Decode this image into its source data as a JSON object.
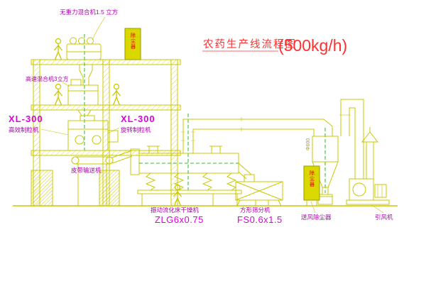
{
  "title": {
    "text": "农药生产线流程图",
    "capacity": "(500kg/h)"
  },
  "labels": {
    "top_mixer": "无重力混合机1.5 立方",
    "high_speed_mixer": "高速混合机3立方",
    "xl300_left": "XL-300",
    "xl300_left_sub": "高效制粒机",
    "xl300_mid": "XL-300",
    "xl300_mid_sub": "旋转制粒机",
    "belt_conveyor": "皮带输送机",
    "fluid_bed_name": "振动流化床干燥机",
    "fluid_bed_model": "ZLG6x0.75",
    "sifter_name": "方形筛分机",
    "sifter_model": "FS0.6x1.5",
    "dust_collector": "送风除尘器",
    "induced_fan": "引风机",
    "cabinet_text_1": "除尘器",
    "cabinet_text_2": "除尘器",
    "duct_dia": "Φ600"
  },
  "colors": {
    "line_yellow": "#c8c800",
    "hidden_green": "#00a000",
    "label_magenta": "#b000b0",
    "model_magenta": "#e000e0",
    "title_red": "#ff3030",
    "cabinet_fill": "#d9d900"
  }
}
